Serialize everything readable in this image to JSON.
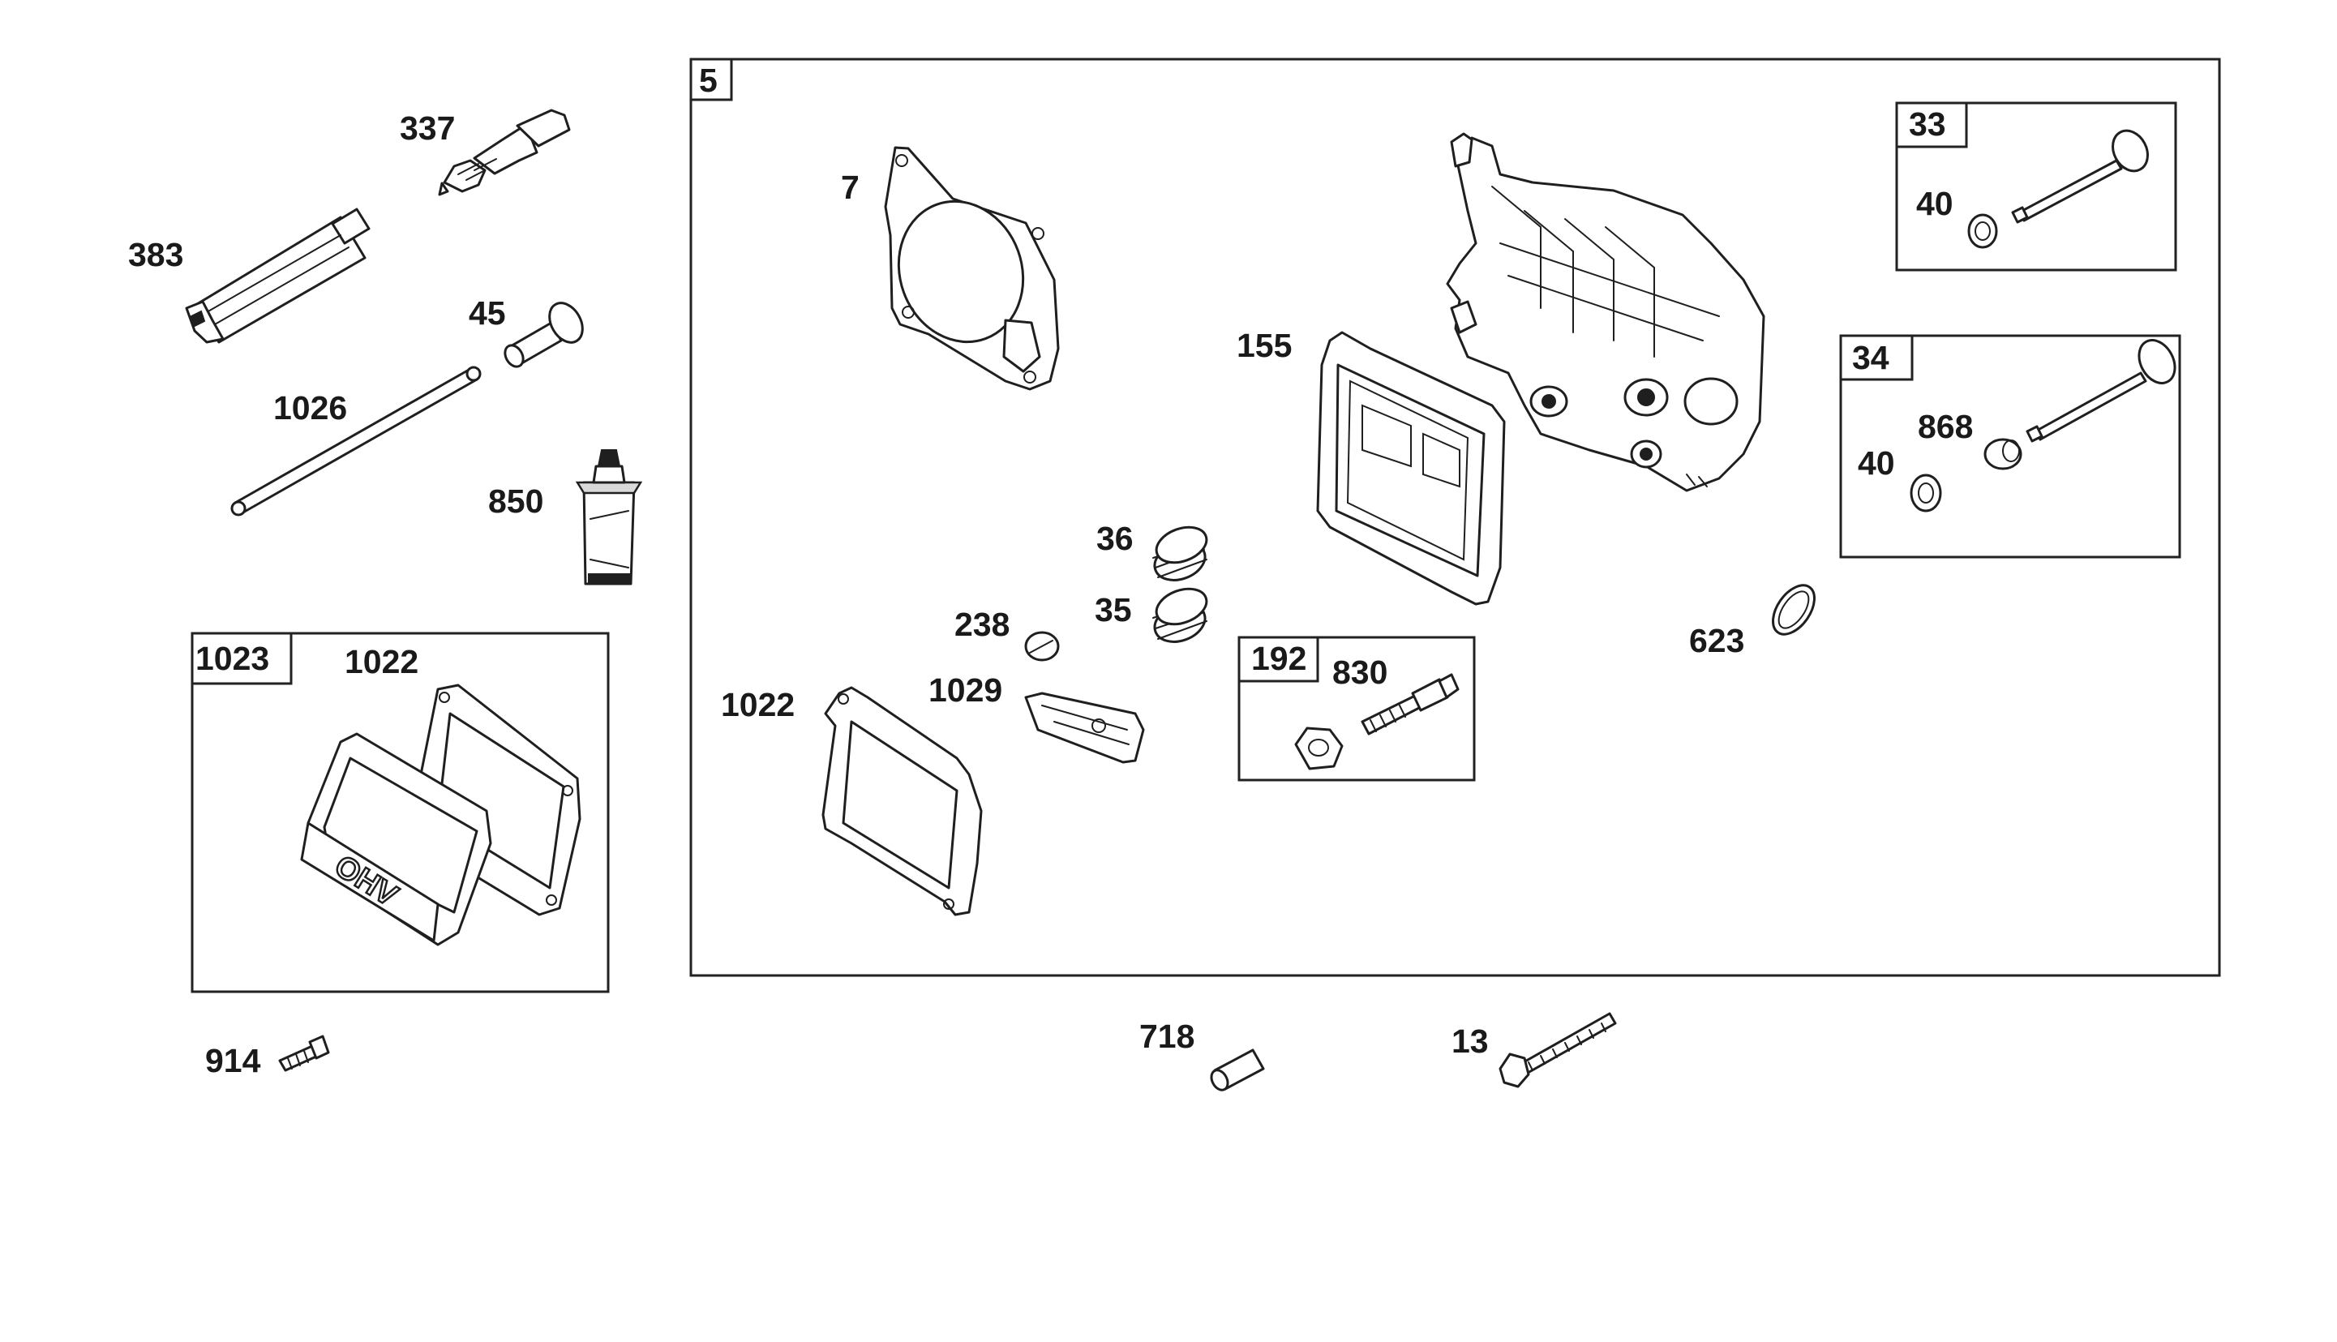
{
  "diagram": {
    "assemblies": {
      "main": "5",
      "valve_cover": "1023",
      "exhaust_valve": "33",
      "intake_valve": "34",
      "breather": "192"
    },
    "callouts": {
      "spark_plug": "337",
      "spark_plug_wrench": "383",
      "plug_pin": "45",
      "push_rod": "1026",
      "sealant_tube": "850",
      "cover_gasket_left": "1022",
      "cover_bolt": "914",
      "head_gasket": "7",
      "cylinder_head": "155",
      "valve_spring_upper": "36",
      "valve_spring_lower": "35",
      "cap": "238",
      "rocker_arm": "1029",
      "rocker_gasket": "1022",
      "breather_valve": "830",
      "o_ring": "623",
      "keeper_exhaust": "40",
      "keeper_intake": "40",
      "valve_seal": "868",
      "dowel_pin": "718",
      "head_bolt": "13"
    }
  }
}
